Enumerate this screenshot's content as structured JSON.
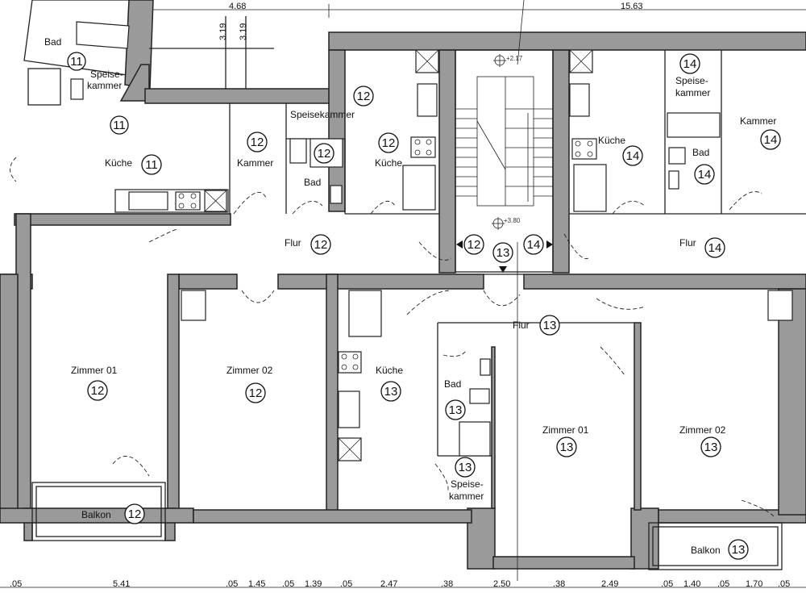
{
  "top_dims": {
    "d1": "4.68",
    "d2": "15.63",
    "d3": "3.19",
    "d4": "3.19"
  },
  "levels": {
    "upper": "+2.17",
    "lower": "+3.80"
  },
  "bottom_dims": [
    ".05",
    "5.41",
    ".05",
    "1.45",
    ".05",
    "1.39",
    ".05",
    "2.47",
    ".38",
    "2.50",
    ".38",
    "2.49",
    ".05",
    "1.40",
    ".05",
    "1.70",
    ".05"
  ],
  "rooms": {
    "bad11": {
      "label": "Bad",
      "unit": "11"
    },
    "speise11": {
      "label_1": "Speise-",
      "label_2": "kammer",
      "unit": "11"
    },
    "kueche11": {
      "label": "Küche",
      "unit": "11"
    },
    "kammer12": {
      "label": "Kammer",
      "unit": "12"
    },
    "speise12": {
      "label": "Speisekammer",
      "unit": "12"
    },
    "bad12": {
      "label": "Bad",
      "unit": "12"
    },
    "kueche12": {
      "label": "Küche",
      "unit": "12"
    },
    "flur12": {
      "label": "Flur",
      "unit": "12"
    },
    "zimmer01_12": {
      "label": "Zimmer 01",
      "unit": "12"
    },
    "zimmer02_12": {
      "label": "Zimmer 02",
      "unit": "12"
    },
    "balkon12": {
      "label": "Balkon",
      "unit": "12"
    },
    "kueche14": {
      "label": "Küche",
      "unit": "14"
    },
    "speise14": {
      "label_1": "Speise-",
      "label_2": "kammer",
      "unit": "14"
    },
    "bad14": {
      "label": "Bad",
      "unit": "14"
    },
    "kammer14": {
      "label": "Kammer",
      "unit": "14"
    },
    "flur14": {
      "label": "Flur",
      "unit": "14"
    },
    "flur13": {
      "label": "Flur",
      "unit": "13"
    },
    "kueche13": {
      "label": "Küche",
      "unit": "13"
    },
    "bad13": {
      "label": "Bad",
      "unit": "13"
    },
    "speise13": {
      "label_1": "Speise-",
      "label_2": "kammer",
      "unit": "13"
    },
    "zimmer01_13": {
      "label": "Zimmer 01",
      "unit": "13"
    },
    "zimmer02_13": {
      "label": "Zimmer 02",
      "unit": "13"
    },
    "balkon13": {
      "label": "Balkon",
      "unit": "13"
    }
  },
  "stair_units": {
    "left": "12",
    "center": "13",
    "right": "14"
  }
}
